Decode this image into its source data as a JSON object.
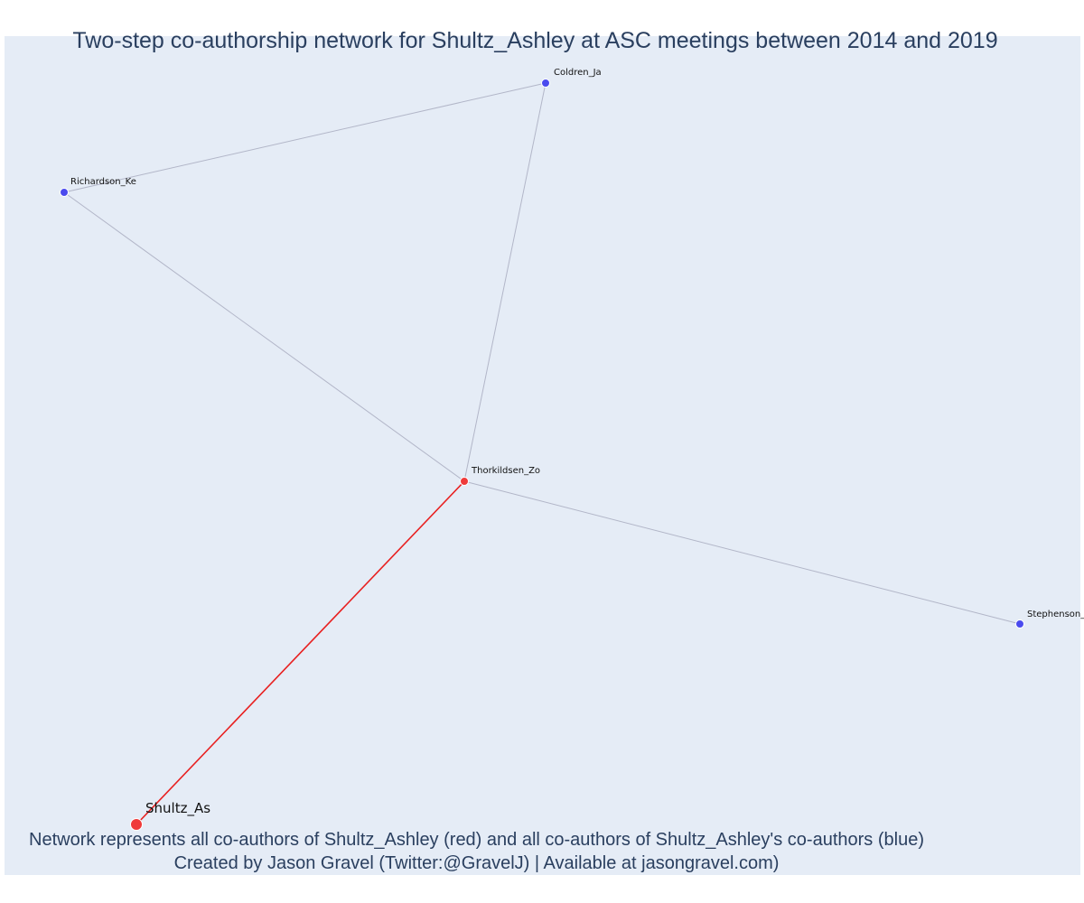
{
  "chart_data": {
    "type": "network",
    "title": "Two-step co-authorship network for Shultz_Ashley at ASC meetings between 2014 and 2019",
    "annotations": [
      "Network represents all co-authors of Shultz_Ashley (red) and all co-authors of Shultz_Ashley's co-authors (blue)",
      "Created by Jason Gravel (Twitter:@GravelJ) | Available at jasongravel.com)"
    ],
    "colors": {
      "background": "#e5ecf6",
      "ego": "#ef3a3a",
      "first_step": "#ef3a3a",
      "second_step": "#4a4aee",
      "ego_edge": "#e82020",
      "other_edge": "#b2b6c8",
      "text": "#2a3f5f"
    },
    "nodes": [
      {
        "id": "Shultz_As",
        "label": "Shultz_As",
        "group": "ego"
      },
      {
        "id": "Thorkildsen_Zo",
        "label": "Thorkildsen_Zo",
        "group": "first_step"
      },
      {
        "id": "Coldren_Ja",
        "label": "Coldren_Ja",
        "group": "second_step"
      },
      {
        "id": "Richardson_Ke",
        "label": "Richardson_Ke",
        "group": "second_step"
      },
      {
        "id": "Stephenson_",
        "label": "Stephenson_",
        "group": "second_step"
      }
    ],
    "edges": [
      {
        "source": "Shultz_As",
        "target": "Thorkildsen_Zo",
        "type": "ego"
      },
      {
        "source": "Thorkildsen_Zo",
        "target": "Coldren_Ja",
        "type": "other"
      },
      {
        "source": "Thorkildsen_Zo",
        "target": "Richardson_Ke",
        "type": "other"
      },
      {
        "source": "Thorkildsen_Zo",
        "target": "Stephenson_",
        "type": "other"
      },
      {
        "source": "Coldren_Ja",
        "target": "Richardson_Ke",
        "type": "other"
      }
    ]
  }
}
